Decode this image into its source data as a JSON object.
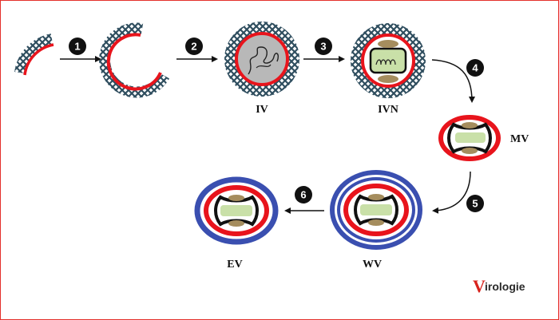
{
  "labels": {
    "iv": "IV",
    "ivn": "IVN",
    "mv": "MV",
    "wv": "WV",
    "ev": "EV"
  },
  "steps": [
    "1",
    "2",
    "3",
    "4",
    "5",
    "6"
  ],
  "logo": {
    "initial": "V",
    "rest": "irologie"
  },
  "colors": {
    "frame": "#e4302b",
    "membrane": "#e8141c",
    "scaffold": "#2e4d5e",
    "envelope": "#3a4fb0",
    "core": "#c9e0a8",
    "lateral_body": "#a58d5e",
    "nucleoid": "#b8b8b8",
    "step_circle": "#111111"
  },
  "icons": [
    "scaffold-lattice-icon",
    "dna-strand-icon",
    "virion-core-icon"
  ]
}
